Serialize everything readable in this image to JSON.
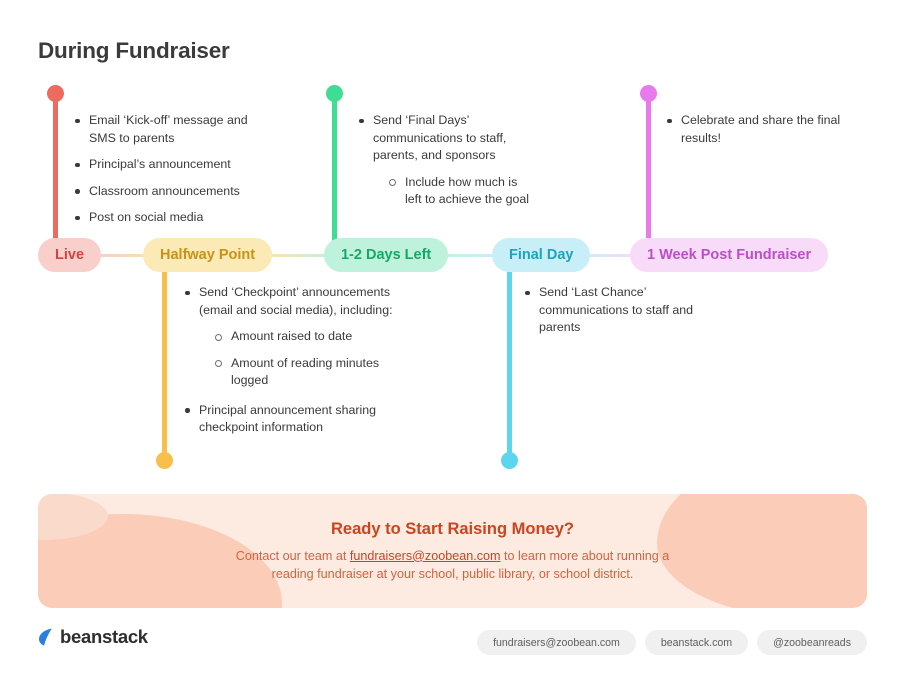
{
  "title": "During Fundraiser",
  "timeline": {
    "nodes": [
      {
        "label": "Live",
        "dot_color": "#ec6b5e",
        "pill_bg": "#f9cfcb",
        "pill_text_color": "#d1453f",
        "direction": "up"
      },
      {
        "label": "Halfway Point",
        "dot_color": "#f8c04a",
        "pill_bg": "#fbeab5",
        "pill_text_color": "#c89217",
        "direction": "down"
      },
      {
        "label": "1-2 Days Left",
        "dot_color": "#3fdd93",
        "pill_bg": "#bff2dc",
        "pill_text_color": "#16a866",
        "direction": "up"
      },
      {
        "label": "Final Day",
        "dot_color": "#5bd6ee",
        "pill_bg": "#c8eff8",
        "pill_text_color": "#1ea3bf",
        "direction": "down"
      },
      {
        "label": "1 Week Post Fundraiser",
        "dot_color": "#e87aee",
        "pill_bg": "#f8dbf8",
        "pill_text_color": "#bb4fc7",
        "direction": "up"
      }
    ],
    "content": {
      "live": [
        {
          "text": "Email ‘Kick-off’ message and SMS to parents"
        },
        {
          "text": "Principal’s announcement"
        },
        {
          "text": "Classroom announcements"
        },
        {
          "text": "Post on social media"
        }
      ],
      "halfway": [
        {
          "text": "Send ‘Checkpoint’ announcements (email and social media), including:"
        },
        {
          "text": "Amount raised to date",
          "level": 2
        },
        {
          "text": "Amount of reading minutes logged",
          "level": 2
        },
        {
          "text": "Principal announcement sharing checkpoint information"
        }
      ],
      "days_left": [
        {
          "text": "Send ‘Final Days’ communications to staff, parents, and sponsors"
        },
        {
          "text": "Include how much is left to achieve the goal",
          "level": 2
        }
      ],
      "final_day": [
        {
          "text": "Send ‘Last Chance’ communications to staff and parents"
        }
      ],
      "post": [
        {
          "text": "Celebrate and share the final results!"
        }
      ]
    }
  },
  "cta": {
    "heading": "Ready to Start Raising Money?",
    "body_before": "Contact our team at ",
    "link": "fundraisers@zoobean.com",
    "body_after": " to learn more about running a reading fundraiser at your school, public library, or school district.",
    "heading_color": "#c8451f",
    "bg_color": "#fdeae1"
  },
  "footer": {
    "brand": "beanstack",
    "brand_mark_color": "#2b7fe0",
    "contacts": [
      "fundraisers@zoobean.com",
      "beanstack.com",
      "@zoobeanreads"
    ]
  }
}
